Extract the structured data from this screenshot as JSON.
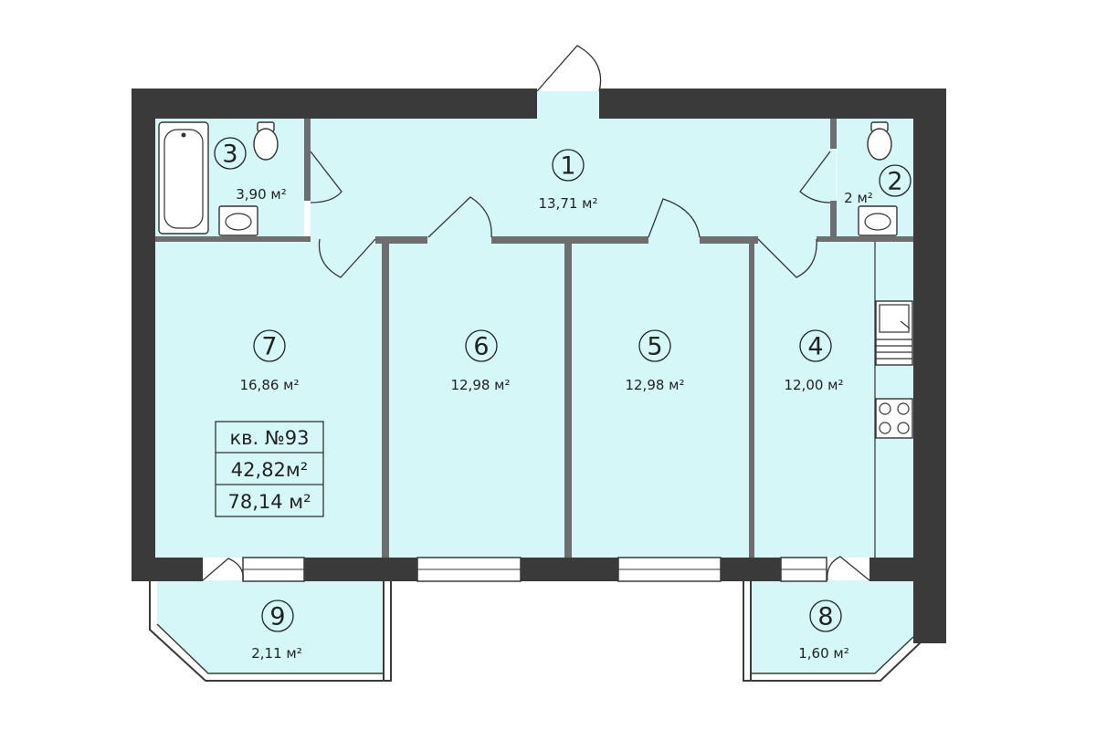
{
  "rooms": [
    {
      "number": "1",
      "area": "13,71 м²"
    },
    {
      "number": "2",
      "area": "2 м²"
    },
    {
      "number": "3",
      "area": "3,90 м²"
    },
    {
      "number": "4",
      "area": "12,00 м²"
    },
    {
      "number": "5",
      "area": "12,98 м²"
    },
    {
      "number": "6",
      "area": "12,98 м²"
    },
    {
      "number": "7",
      "area": "16,86 м²"
    },
    {
      "number": "8",
      "area": "1,60 м²"
    },
    {
      "number": "9",
      "area": "2,11 м²"
    }
  ],
  "apartment": {
    "label": "кв. №93",
    "living_area": "42,82м²",
    "total_area": "78,14 м²"
  },
  "colors": {
    "room_fill": "#d6f7f8",
    "wall": "#3a3a3a",
    "window": "#ffffff"
  },
  "icons": [
    "bathtub-icon",
    "toilet-icon",
    "sink-icon",
    "kitchen-sink-icon",
    "stove-icon",
    "door-swing-icon",
    "window-icon"
  ]
}
